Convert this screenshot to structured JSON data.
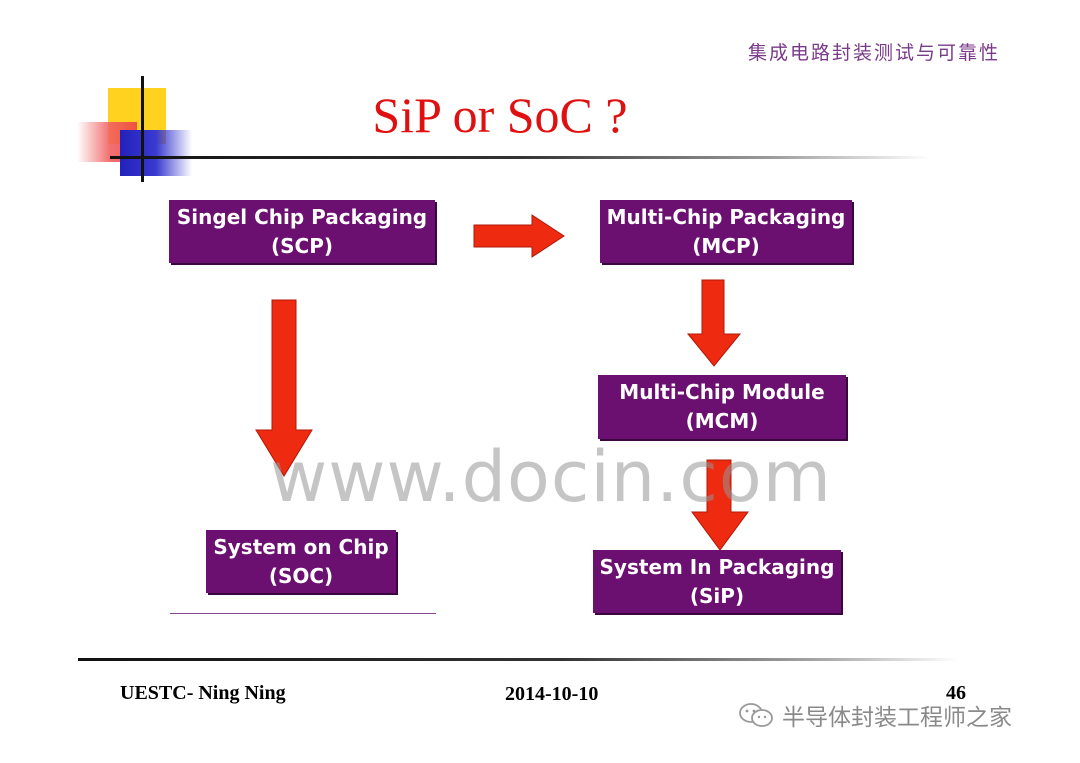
{
  "header": {
    "text": "集成电路封装测试与可靠性"
  },
  "title": "SiP or SoC ?",
  "boxes": {
    "scp": {
      "line1": "Singel Chip Packaging",
      "line2": "(SCP)"
    },
    "mcp": {
      "line1": "Multi-Chip Packaging",
      "line2": "(MCP)"
    },
    "mcm": {
      "line1": "Multi-Chip Module",
      "line2": "(MCM)"
    },
    "soc": {
      "line1": "System on Chip",
      "line2": "(SOC)"
    },
    "sip": {
      "line1": "System In Packaging",
      "line2": "(SiP)"
    }
  },
  "watermark": "www.docin.com",
  "footer": {
    "author": "UESTC- Ning Ning",
    "date": "2014-10-10",
    "page": "46"
  },
  "wechat": {
    "name": "半导体封装工程师之家",
    "icon": "wechat-icon"
  },
  "colors": {
    "title": "#e01010",
    "box": "#6b0f70",
    "arrow": "#ee2a10",
    "header": "#7a3a8a"
  }
}
